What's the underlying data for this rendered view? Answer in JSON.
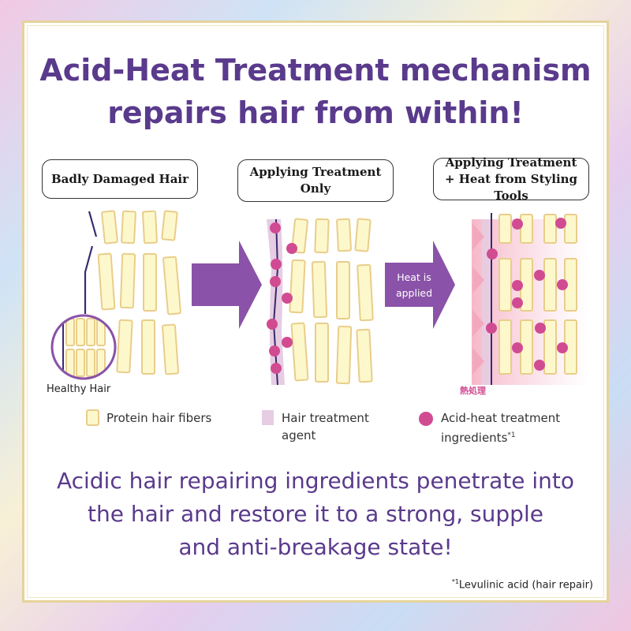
{
  "title": {
    "line1": "Acid-Heat Treatment mechanism",
    "line2": "repairs hair from within!"
  },
  "stages": [
    {
      "label_line1": "Badly Damaged Hair",
      "label_line2": ""
    },
    {
      "label_line1": "Applying Treatment",
      "label_line2": "Only"
    },
    {
      "label_line1": "Applying Treatment",
      "label_line2": "+ Heat from Styling Tools"
    }
  ],
  "arrow2_label": {
    "line1": "Heat is",
    "line2": "applied"
  },
  "healthy_hair_label": "Healthy Hair",
  "heat_treatment_jp": "熱処理",
  "legend": {
    "fibers": "Protein hair fibers",
    "agent_line1": "Hair treatment",
    "agent_line2": "agent",
    "ingredients_line1": "Acid-heat treatment",
    "ingredients_line2": "ingredients",
    "ingredients_mark": "*1"
  },
  "tagline": {
    "line1": "Acidic hair repairing ingredients penetrate into",
    "line2": "the hair and restore it to a strong, supple",
    "line3": "and anti-breakage state!"
  },
  "footnote": {
    "mark": "*1",
    "text": "Levulinic acid (hair repair)"
  },
  "colors": {
    "title": "#5a3a8c",
    "arrow": "#8a52a8",
    "fiber_fill": "#fdf8cc",
    "fiber_stroke": "#e9cd8a",
    "agent": "#e6cde3",
    "ingredient": "#d14b92",
    "heat": "#f3a9bd",
    "line": "#3a2a6e"
  },
  "icons": [
    "arrow-right-icon",
    "magnifier-circle-icon",
    "heat-wedge-icon"
  ]
}
